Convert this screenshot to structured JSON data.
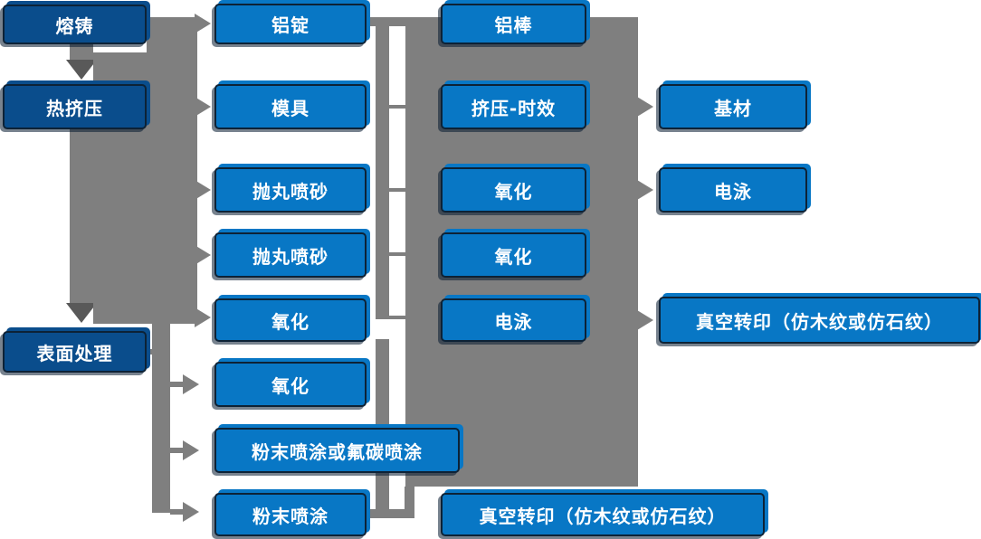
{
  "palette": {
    "box_blue": "#0877c5",
    "box_dark_blue": "#0a4d8c",
    "box_border": "#0d2236",
    "connector_gray": "#7f7f7f",
    "arrow_dark_gray": "#595959",
    "text_white": "#ffffff",
    "background": "#ffffff"
  },
  "nodes": {
    "melting_casting": "熔铸",
    "hot_extrusion": "热挤压",
    "surface_treatment": "表面处理",
    "aluminum_ingot": "铝锭",
    "mold": "模具",
    "shot_blasting_1": "抛丸喷砂",
    "shot_blasting_2": "抛丸喷砂",
    "oxidation_c2_1": "氧化",
    "oxidation_c2_2": "氧化",
    "powder_or_fluorocarbon_coating": "粉末喷涂或氟碳喷涂",
    "powder_coating": "粉末喷涂",
    "aluminum_rod": "铝棒",
    "extrusion_aging": "挤压-时效",
    "oxidation_c3_1": "氧化",
    "oxidation_c3_2": "氧化",
    "electrophoresis_c3": "电泳",
    "vacuum_transfer_bottom": "真空转印（仿木纹或仿石纹）",
    "base_material": "基材",
    "electrophoresis_c4": "电泳",
    "vacuum_transfer_right": "真空转印（仿木纹或仿石纹）"
  }
}
